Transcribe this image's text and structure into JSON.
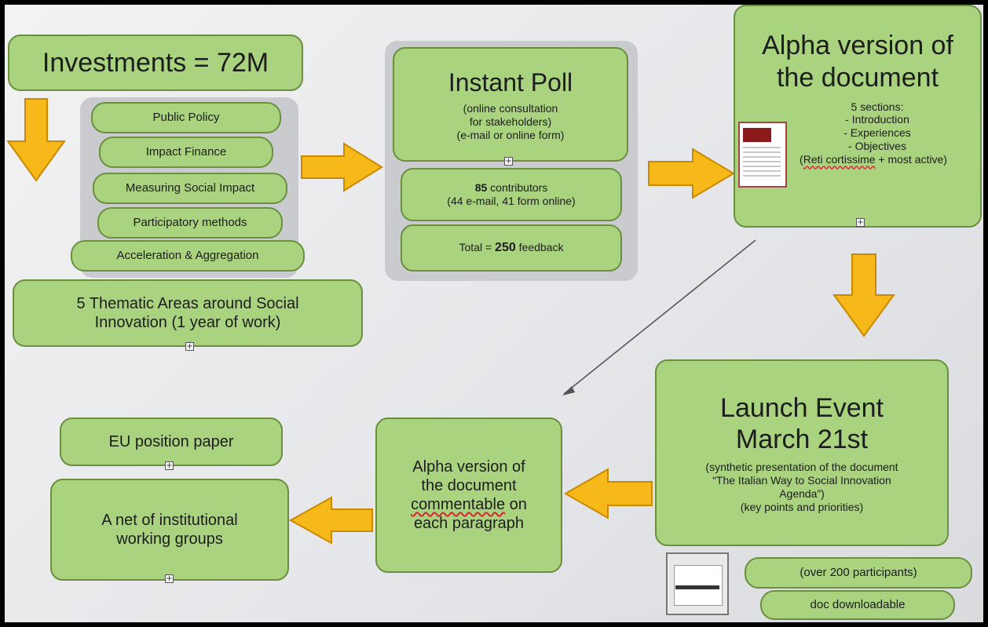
{
  "investments": {
    "title": "Investments = 72M"
  },
  "thematic_areas": {
    "items": [
      "Public Policy",
      "Impact Finance",
      "Measuring Social Impact",
      "Participatory methods",
      "Acceleration & Aggregation"
    ],
    "summary_line1": "5 Thematic Areas around Social",
    "summary_line2": "Innovation (1 year of work)"
  },
  "instant_poll": {
    "title": "Instant Poll",
    "line1": "(online consultation",
    "line2": "for stakeholders)",
    "line3": "(e-mail or online form)",
    "contributors_count": "85",
    "contributors_label": " contributors",
    "contributors_detail": "(44 e-mail, 41 form online)",
    "total_prefix": "Total = ",
    "total_value": "250",
    "total_suffix": " feedback"
  },
  "alpha": {
    "title_line1": "Alpha version of",
    "title_line2": "the document",
    "sections_title": "5 sections:",
    "sections": [
      "- Introduction",
      "- Experiences",
      "- Objectives"
    ],
    "note_prefix": "(",
    "note_underlined": "Reti cortissime",
    "note_suffix": " + most active)"
  },
  "launch": {
    "title_line1": "Launch Event",
    "title_line2": "March 21st",
    "desc1": "(synthetic presentation of the document",
    "desc2": "“The Italian Way to Social Innovation",
    "desc3": "Agenda”)",
    "desc4": "(key points and priorities)",
    "participants": "(over 200 participants)",
    "download": "doc downloadable"
  },
  "alpha_commentable": {
    "line1": "Alpha version of",
    "line2": "the document",
    "line3": "commentable",
    "line3_suffix": " on",
    "line4": "each paragraph"
  },
  "eu_paper": {
    "label": "EU position paper"
  },
  "net_groups": {
    "line1": "A net of institutional",
    "line2": "working groups"
  },
  "colors": {
    "box_fill": "#a9d37f",
    "box_border": "#6b8f3e",
    "arrow_fill": "#f7b81a",
    "arrow_border": "#c98a00"
  }
}
